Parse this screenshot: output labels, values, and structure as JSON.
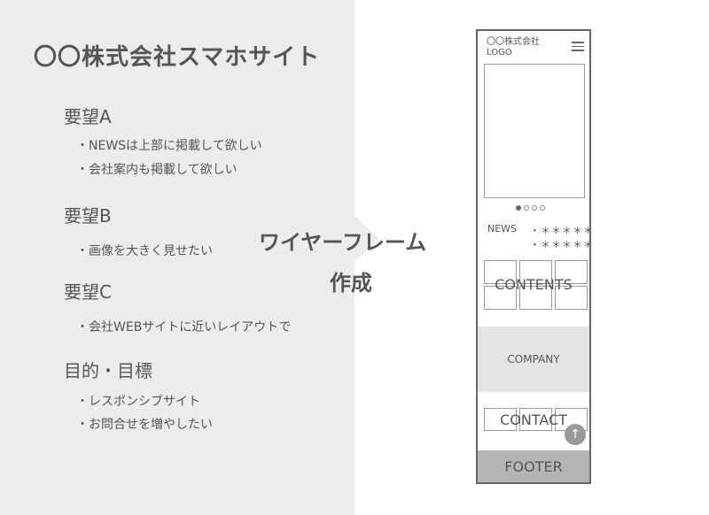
{
  "left": {
    "title": "〇〇株式会社スマホサイト",
    "sections": [
      {
        "heading": "要望A",
        "items": [
          "・NEWSは上部に掲載して欲しい",
          "・会社案内も掲載して欲しい"
        ]
      },
      {
        "heading": "要望B",
        "items": [
          "・画像を大きく見せたい"
        ]
      },
      {
        "heading": "要望C",
        "items": [
          "・会社WEBサイトに近いレイアウトで"
        ]
      },
      {
        "heading": "目的・目標",
        "items": [
          "・レスポンシブサイト",
          "・お問合せを増やしたい"
        ]
      }
    ]
  },
  "middle": {
    "line1": "ワイヤーフレーム",
    "line2": "作成"
  },
  "phone": {
    "logo_line1": "〇〇株式会社",
    "logo_line2": "LOGO",
    "hamburger_icon": "hamburger-menu-icon",
    "carousel_dots": 4,
    "carousel_active_index": 0,
    "news_label": "NEWS",
    "news_items": [
      "・＊＊＊＊＊",
      "・＊＊＊＊＊"
    ],
    "contents_label": "CONTENTS",
    "company_label": "COMPANY",
    "contact_label": "CONTACT",
    "scroll_top_icon": "arrow-up-icon",
    "footer_label": "FOOTER"
  },
  "colors": {
    "left_panel_bg": "#ececec",
    "company_bg": "#e4e4e4",
    "footer_bg": "#b5b5b5",
    "text": "#555555"
  }
}
